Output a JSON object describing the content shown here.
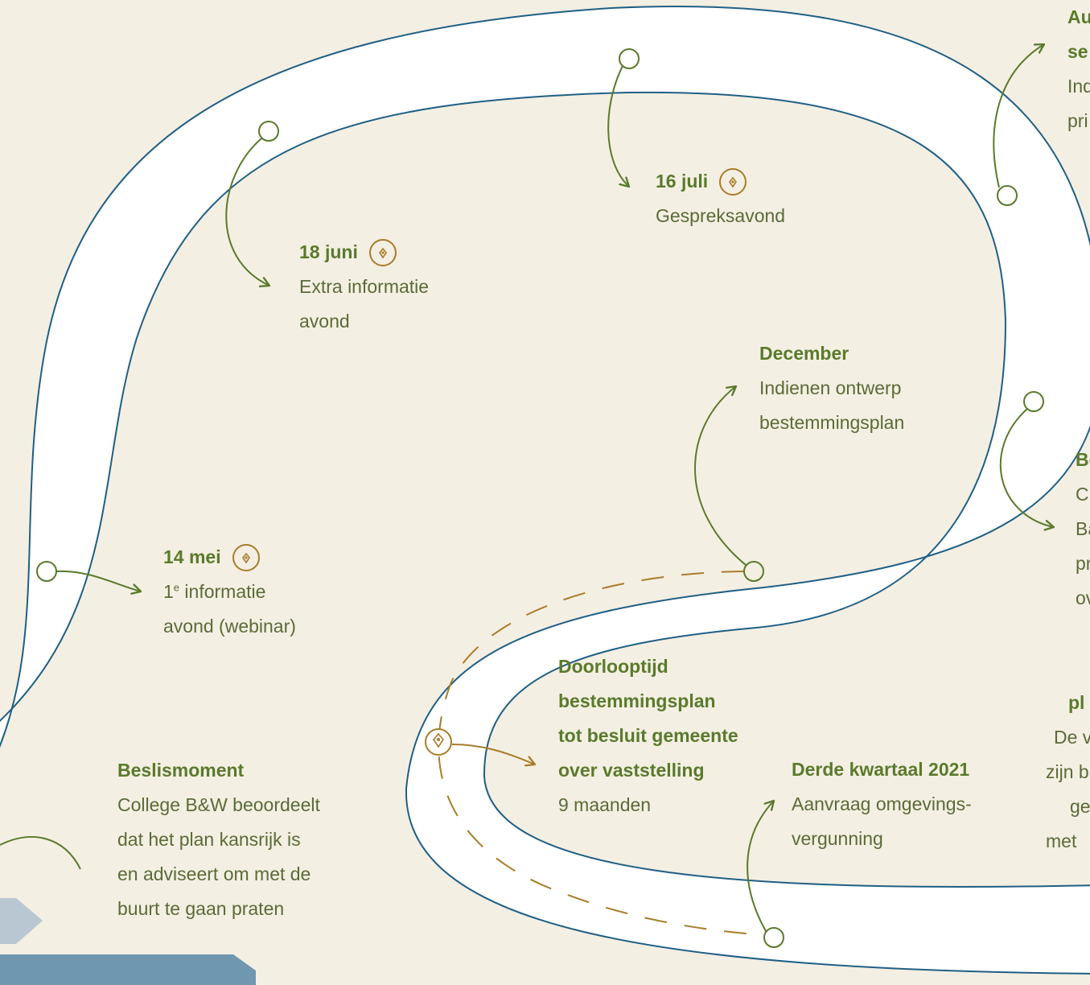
{
  "colors": {
    "background": "#f4efe3",
    "road": "#ffffff",
    "road_edge": "#1f5f85",
    "green": "#5a7a2c",
    "text": "#5a6b38",
    "gold": "#a87d2a",
    "arrow_light": "#b9c7d3",
    "arrow_dark": "#7097b0"
  },
  "milestones": {
    "m14mei": {
      "title": "14 mei",
      "line1_num": "1",
      "line1_sup": "e",
      "line1_rest": " informatie",
      "line2": "avond (webinar)",
      "icon": "location-pin-icon"
    },
    "m18juni": {
      "title": "18 juni",
      "line1": "Extra informatie",
      "line2": "avond",
      "icon": "location-pin-icon"
    },
    "m16juli": {
      "title": "16 juli",
      "line1": "Gespreksavond",
      "icon": "location-pin-icon"
    },
    "december": {
      "title": "December",
      "line1": "Indienen ontwerp",
      "line2": "bestemmingsplan"
    },
    "doorlooptijd": {
      "title1": "Doorlooptijd",
      "title2": "bestemmingsplan",
      "title3": "tot besluit gemeente",
      "title4": "over vaststelling",
      "line1": "9 maanden"
    },
    "derde": {
      "title": "Derde kwartaal 2021",
      "line1": "Aanvraag omgevings-",
      "line2": "vergunning"
    },
    "beslis": {
      "title": "Beslismoment",
      "line1": "College B&W beoordeelt",
      "line2": "dat het plan kansrijk is",
      "line3": "en adviseert om met de",
      "line4": "buurt te gaan praten"
    },
    "cut_top_right": {
      "title1": "Au",
      "title2": "se",
      "line1": "Ind",
      "line2": "pri"
    },
    "cut_mid_right": {
      "title": "Be",
      "line1": "C",
      "line2": "Ba",
      "line3": "pr",
      "line4": "ov"
    },
    "cut_bottom_right": {
      "title": "pl",
      "line1": "De v",
      "line2": "zijn b",
      "line3": "ge",
      "line4": "met"
    }
  }
}
